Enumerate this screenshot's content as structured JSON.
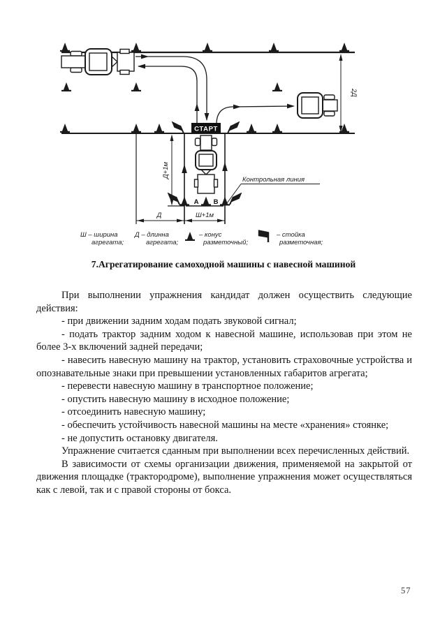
{
  "title": "7.Агрегатирование самоходной машины с навесной машиной",
  "diagram": {
    "start_label": "СТАРТ",
    "control_line_label": "Контрольная линия",
    "dims": {
      "site_height": "2Д",
      "box_depth": "Д+1м",
      "length": "Д",
      "box_width": "Ш+1м"
    },
    "points": {
      "a": "А",
      "b": "В"
    },
    "legend": {
      "width_l1": "Ш – ширина",
      "width_l2": "агрегата;",
      "length_l1": "Д – длинна",
      "length_l2": "агрегата;",
      "cone_l1": "– конус",
      "cone_l2": "разметочный;",
      "stand_l1": "– стойка",
      "stand_l2": "разметочная;"
    }
  },
  "body": {
    "paragraphs": [
      "При выполнении упражнения кандидат должен осуществить следующие действия:",
      "- при движении задним ходам подать звуковой сигнал;",
      "- подать трактор задним ходом к навесной машине, использовав при этом не более 3-х включений задней передачи;",
      "- навесить навесную машину на трактор, установить страховочные устройства и опознавательные знаки при превышении установленных габаритов агрегата;",
      "- перевести навесную машину в транспортное положение;",
      "- опустить навесную машину в исходное положение;",
      "- отсоединить навесную машину;",
      "- обеспечить устойчивость навесной машины на месте «хранения» стоянке;",
      "- не допустить остановку двигателя.",
      "Упражнение считается сданным при выполнении всех перечисленных действий.",
      "В зависимости от схемы организации движения, применяемой на закрытой от движения площадке (трактородроме), выполнение упражнения может осуществляться как с левой, так и с правой стороны от бокса."
    ]
  },
  "page_number": "57"
}
